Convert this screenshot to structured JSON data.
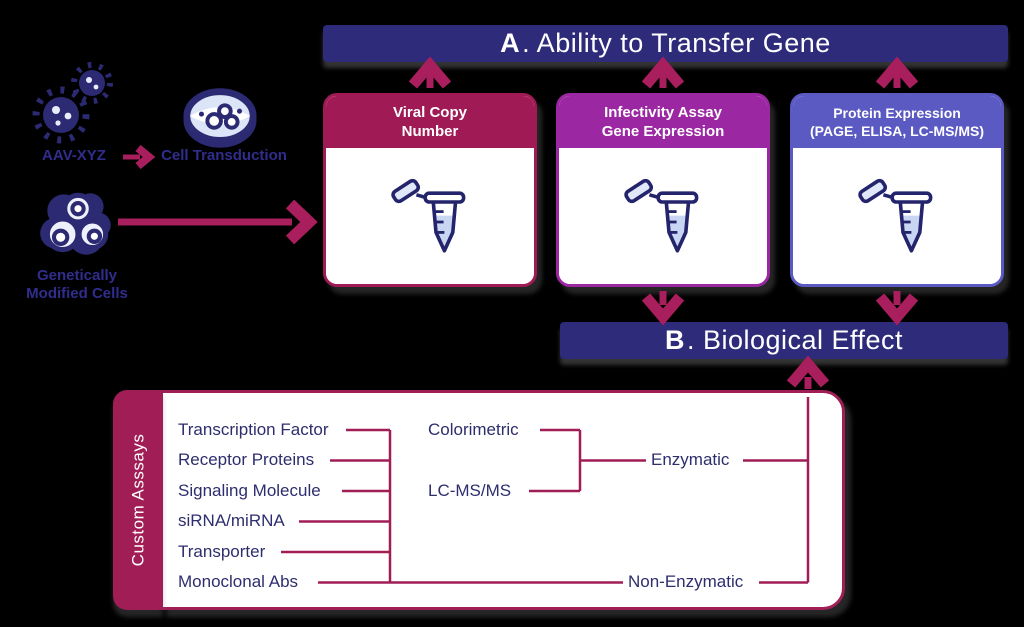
{
  "colors": {
    "banner_bg": "#2d2b7a",
    "card1_header": "#a01b56",
    "card2_header": "#9b27a2",
    "card3_header": "#5b59c2",
    "arrow_crimson": "#a91e5c",
    "connector_line": "#a01d56",
    "node_text_navy": "#2e2d6e",
    "side_label_blue": "#312d8d",
    "card_body_bg": "#ffffff",
    "tube_fill": "#c8d6f3"
  },
  "icons": {
    "virus": "virus-icon",
    "petri_dish": "petri-dish-icon",
    "cells": "cells-icon",
    "tube": "microcentrifuge-tube-icon",
    "arrow": "chevron-arrow-icon"
  },
  "left_panel": {
    "virus_label": "AAV-XYZ",
    "dish_label": "Cell Transduction",
    "cells_label_line1": "Genetically",
    "cells_label_line2": "Modified Cells"
  },
  "section_a": {
    "letter": "A",
    "rest": ". Ability to Transfer Gene",
    "cards": [
      {
        "line1": "Viral Copy",
        "line2": "Number"
      },
      {
        "line1": "Infectivity Assay",
        "line2": "Gene Expression"
      },
      {
        "line1": "Protein Expression",
        "line2": "(PAGE, ELISA, LC-MS/MS)"
      }
    ]
  },
  "section_b": {
    "letter": "B",
    "rest": ". Biological Effect"
  },
  "custom_assays": {
    "tab_label": "Custom Asssays",
    "targets": [
      "Transcription Factor",
      "Receptor Proteins",
      "Signaling Molecule",
      "siRNA/miRNA",
      "Transporter",
      "Monoclonal Abs"
    ],
    "methods": {
      "colorimetric": "Colorimetric",
      "lcms": "LC-MS/MS"
    },
    "enzymatic": "Enzymatic",
    "non_enzymatic": "Non-Enzymatic"
  }
}
